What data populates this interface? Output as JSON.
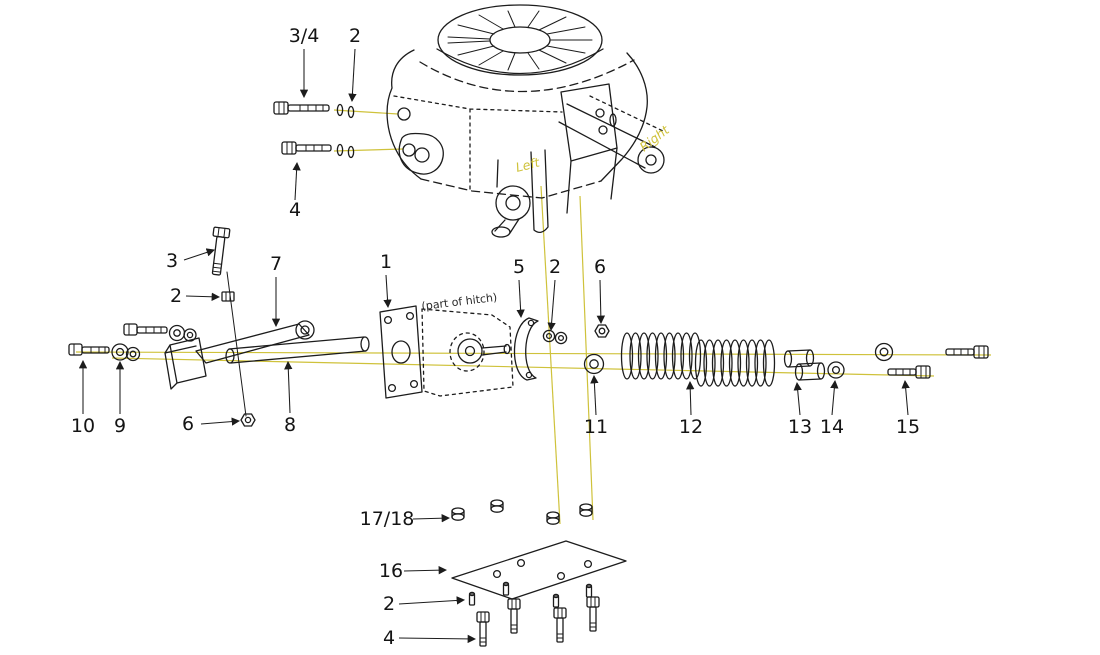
{
  "diagram": {
    "kind": "exploded-parts-diagram",
    "colors": {
      "ink": "#1c1c1c",
      "accent": "#cfc23b",
      "background": "#ffffff"
    },
    "annotations": {
      "left": "Left",
      "right": "Right",
      "part_of_hitch": "(part of hitch)"
    },
    "labels": {
      "n34": "3/4",
      "n2a": "2",
      "n4a": "4",
      "n3": "3",
      "n2b": "2",
      "n7": "7",
      "n1": "1",
      "n5": "5",
      "n2c": "2",
      "n6a": "6",
      "n10": "10",
      "n9": "9",
      "n6b": "6",
      "n8": "8",
      "n11": "11",
      "n12": "12",
      "n13": "13",
      "n14": "14",
      "n15": "15",
      "n1718": "17/18",
      "n16": "16",
      "n2d": "2",
      "n4b": "4"
    }
  }
}
